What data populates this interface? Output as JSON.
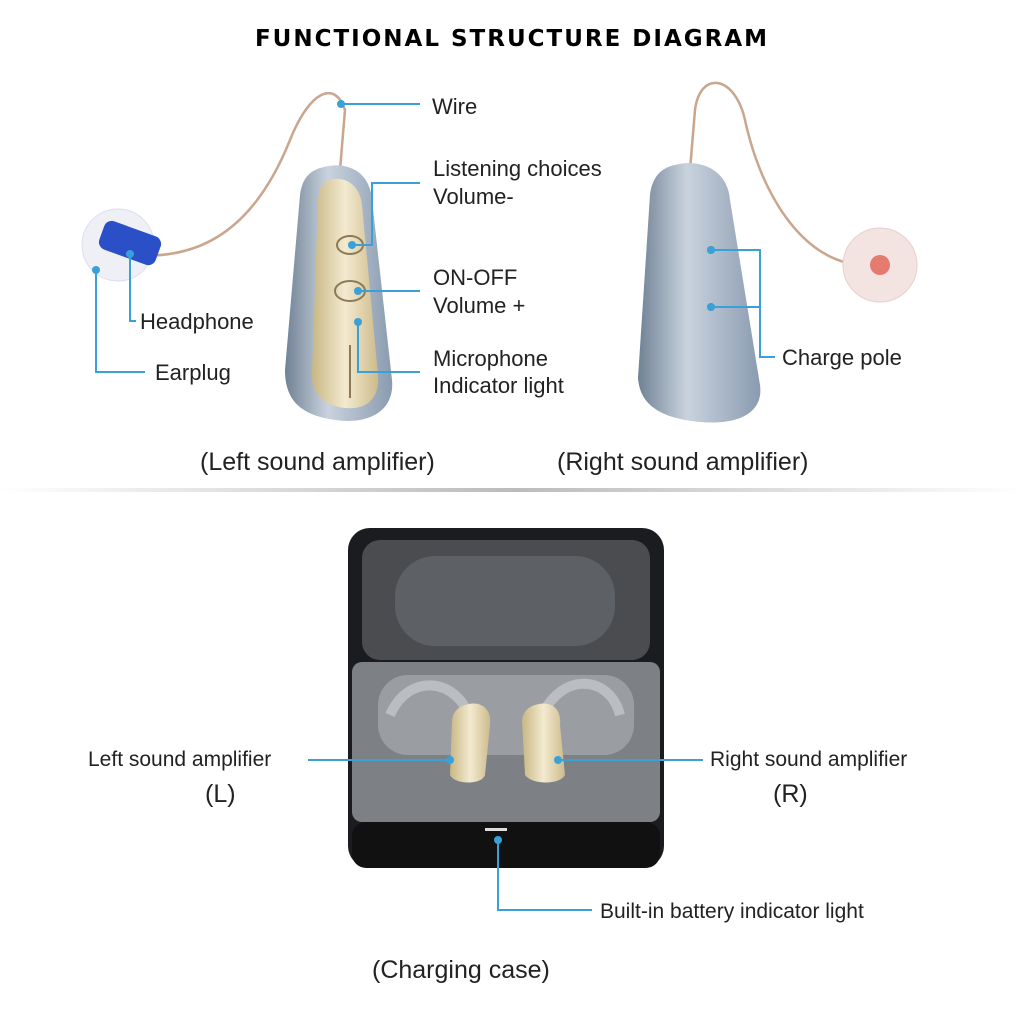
{
  "title": "FUNCTIONAL STRUCTURE DIAGRAM",
  "left_amplifier": {
    "caption": "(Left sound amplifier)",
    "labels": {
      "wire": "Wire",
      "listening_choices": "Listening choices",
      "volume_minus": "Volume-",
      "on_off": "ON-OFF",
      "volume_plus": "Volume +",
      "microphone": "Microphone",
      "indicator_light": "Indicator light",
      "headphone": "Headphone",
      "earplug": "Earplug"
    }
  },
  "right_amplifier": {
    "caption": "(Right sound amplifier)",
    "labels": {
      "charge_pole": "Charge pole"
    }
  },
  "charging_case": {
    "caption": "(Charging case)",
    "left_label": "Left sound amplifier",
    "left_tag": "(L)",
    "right_label": "Right sound amplifier",
    "right_tag": "(R)",
    "battery_label": "Built-in battery indicator light"
  },
  "colors": {
    "callout": "#3aa0d8",
    "gold": "#d9c9a0",
    "silver": "#9fb0c2"
  }
}
